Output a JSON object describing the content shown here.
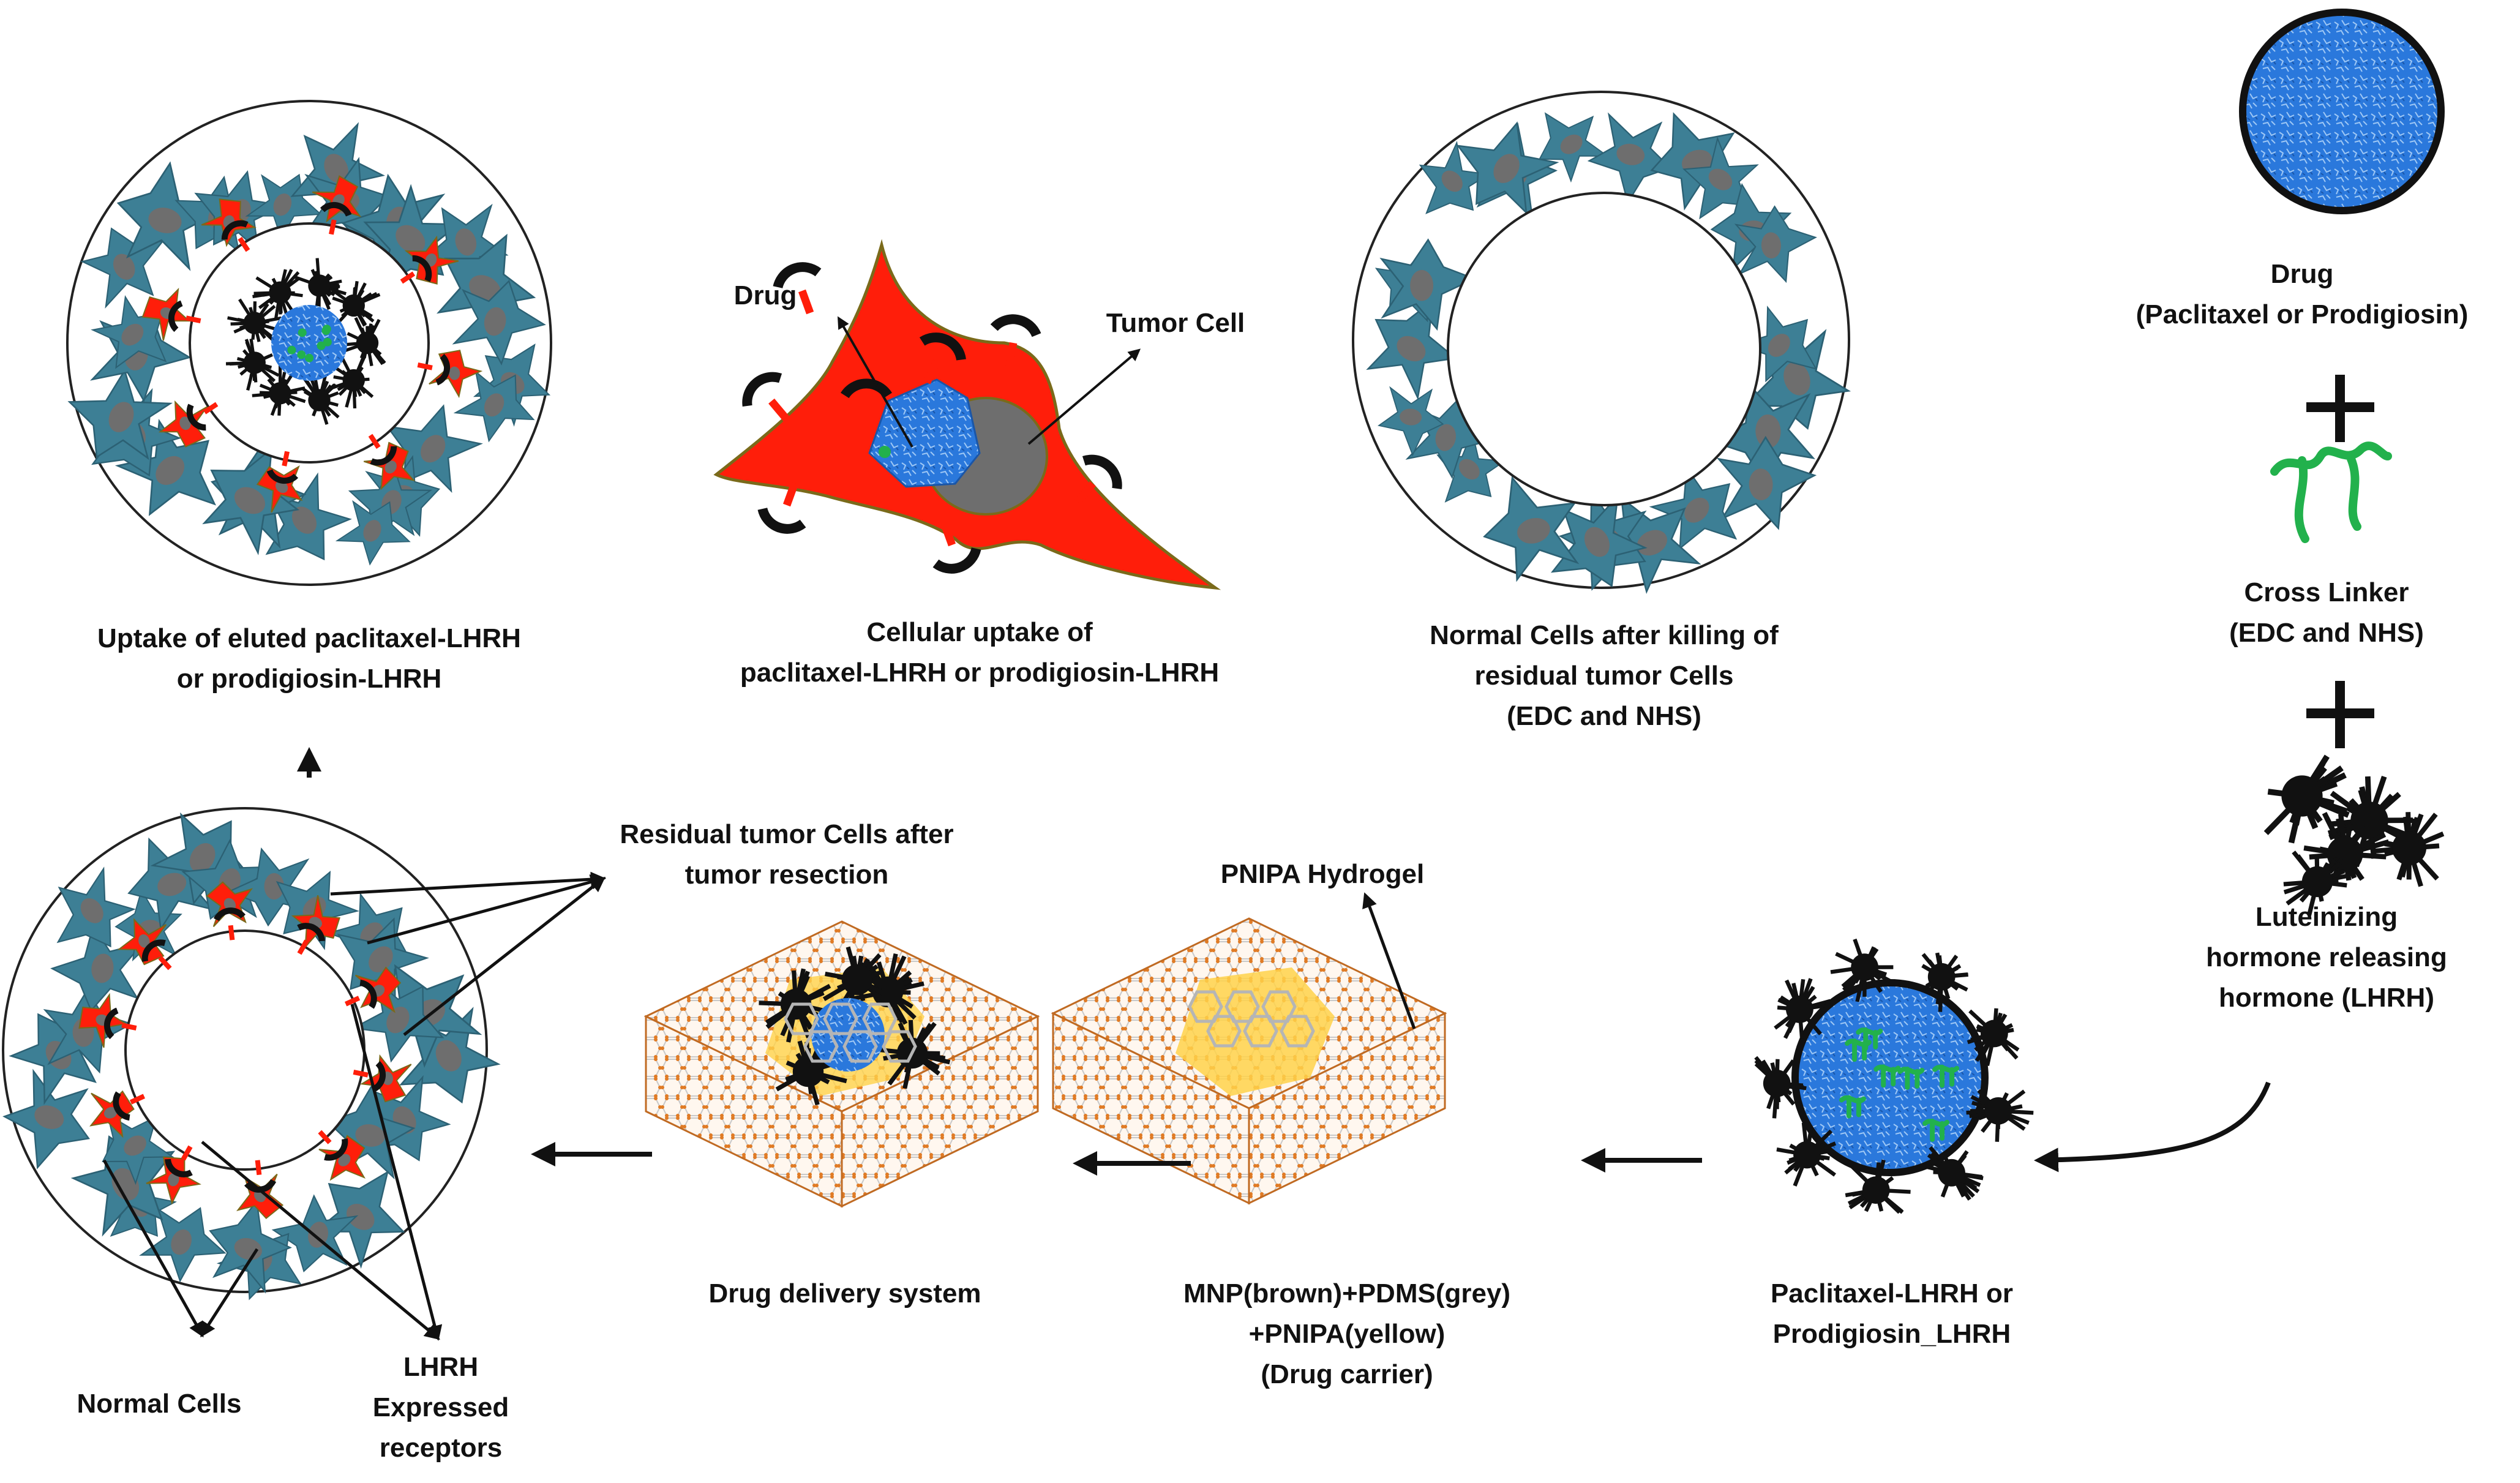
{
  "colors": {
    "normal_cell": "#3d7f95",
    "nucleus": "#6e6e6e",
    "tumor_cell": "#ff1e0a",
    "drug": "#2a78dc",
    "cross_linker": "#22b14c",
    "lhrh": "#111111",
    "mnp": "#e07b25",
    "pdms": "#b5b5b5",
    "pnipa": "#ffd24a"
  },
  "labels": {
    "uptake_eluted": [
      "Uptake of eluted paclitaxel-LHRH",
      "or prodigiosin-LHRH"
    ],
    "cellular_uptake": [
      "Cellular uptake of",
      "paclitaxel-LHRH or prodigiosin-LHRH"
    ],
    "normal_after": [
      "Normal Cells after killing of",
      "residual tumor Cells",
      "(EDC and NHS)"
    ],
    "drug": [
      "Drug",
      "(Paclitaxel or Prodigiosin)"
    ],
    "cross_linker": [
      "Cross Linker",
      "(EDC and NHS)"
    ],
    "lhrh": [
      "Luteinizing",
      "hormone releasing",
      "hormone (LHRH)"
    ],
    "residual_tumor": [
      "Residual tumor Cells after",
      "tumor resection"
    ],
    "pnipa_hydrogel": [
      "PNIPA Hydrogel"
    ],
    "drug_delivery": [
      "Drug delivery system"
    ],
    "carrier": [
      "MNP(brown)+PDMS(grey)",
      "+PNIPA(yellow)",
      "(Drug carrier)"
    ],
    "paclitaxel_lhrh": [
      "Paclitaxel-LHRH or",
      "Prodigiosin_LHRH"
    ],
    "normal_cells": [
      "Normal Cells"
    ],
    "lhrh_receptors": [
      "LHRH",
      "Expressed",
      "receptors"
    ],
    "cell_drug": [
      "Drug"
    ],
    "cell_tumor": [
      "Tumor Cell"
    ]
  },
  "symbols": {
    "plus": "+"
  }
}
